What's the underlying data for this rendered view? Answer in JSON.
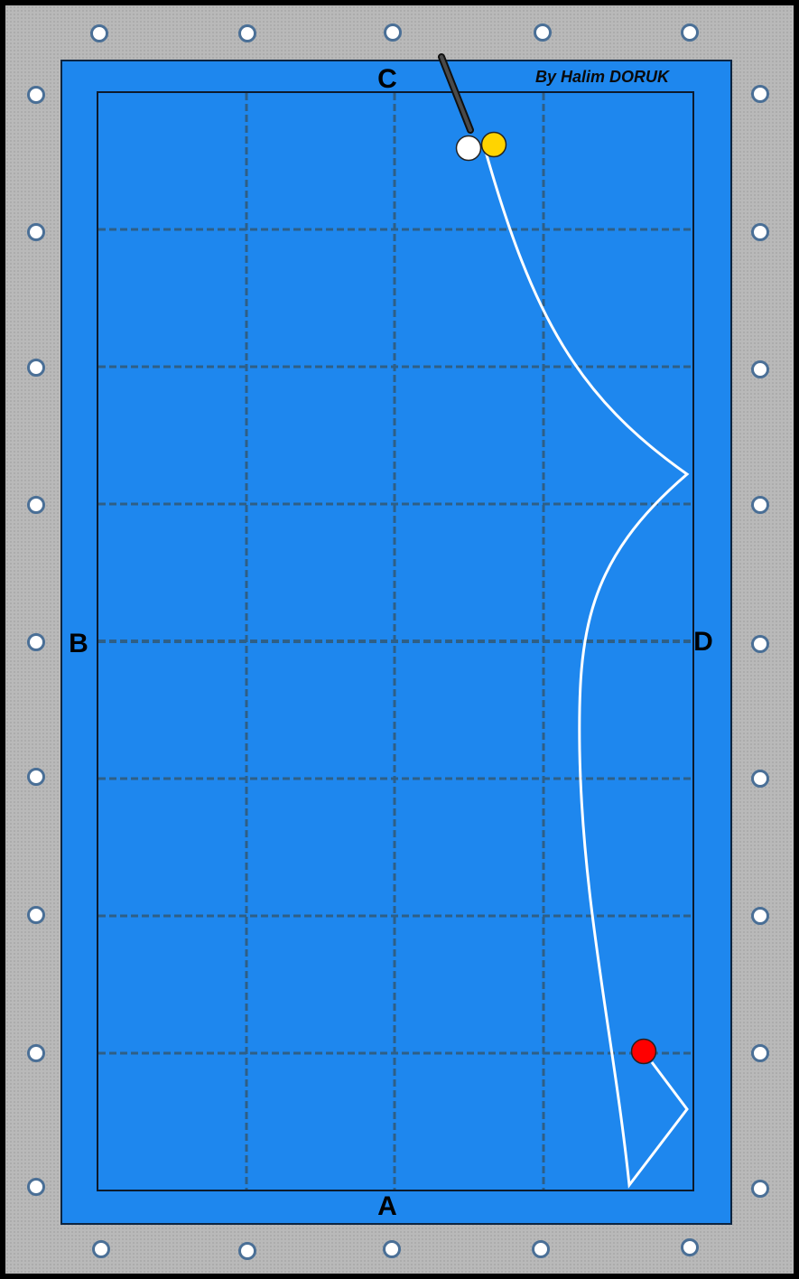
{
  "credit": "By Halim DORUK",
  "rail_labels": {
    "top": "C",
    "left": "B",
    "right": "D",
    "bottom": "A"
  },
  "balls": {
    "cue": {
      "color": "#ffffff"
    },
    "object_1": {
      "color": "#ffd400"
    },
    "object_2": {
      "color": "#ff0000"
    }
  },
  "colors": {
    "cloth": "#1e87ee",
    "rail": "#b9b9b9",
    "path": "#ffffff",
    "grid": "#2f5f86",
    "diamond_border": "#4a6f96",
    "cue_stick": "#4a4a4a"
  }
}
